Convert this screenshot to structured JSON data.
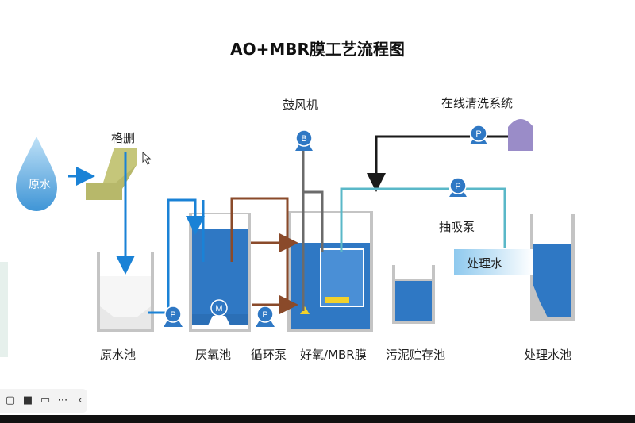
{
  "title": "AO+MBR膜工艺流程图",
  "labels": {
    "raw_water_drop": "原水",
    "screen": "格删",
    "blower": "鼓风机",
    "cleaning_system": "在线清洗系统",
    "suction_pump": "抽吸泵",
    "treated_water_pipe": "处理水",
    "raw_water_tank": "原水池",
    "anaerobic_tank": "厌氧池",
    "circulation_pump": "循环泵",
    "aerobic_mbr_tank": "好氧/MBR膜",
    "sludge_tank": "污泥贮存池",
    "treated_water_tank": "处理水池"
  },
  "pump_letters": {
    "pump": "P",
    "blower": "B",
    "mixer": "M"
  },
  "colors": {
    "water": "#2f78c4",
    "water_light": "#4a8fd6",
    "pipe_blue": "#1a82d6",
    "pipe_brown": "#8a4a2a",
    "pipe_gray": "#6b6b6b",
    "pipe_black": "#1a1a1a",
    "pipe_cyan": "#5ab8c8",
    "screen": "#b7b86a",
    "tank_wall": "#c4c4c4",
    "cleaning_tank": "#9a8cc8"
  },
  "toolbar_icons": [
    "screen-share-icon",
    "camera-icon",
    "chat-icon",
    "more-icon",
    "collapse-icon"
  ]
}
